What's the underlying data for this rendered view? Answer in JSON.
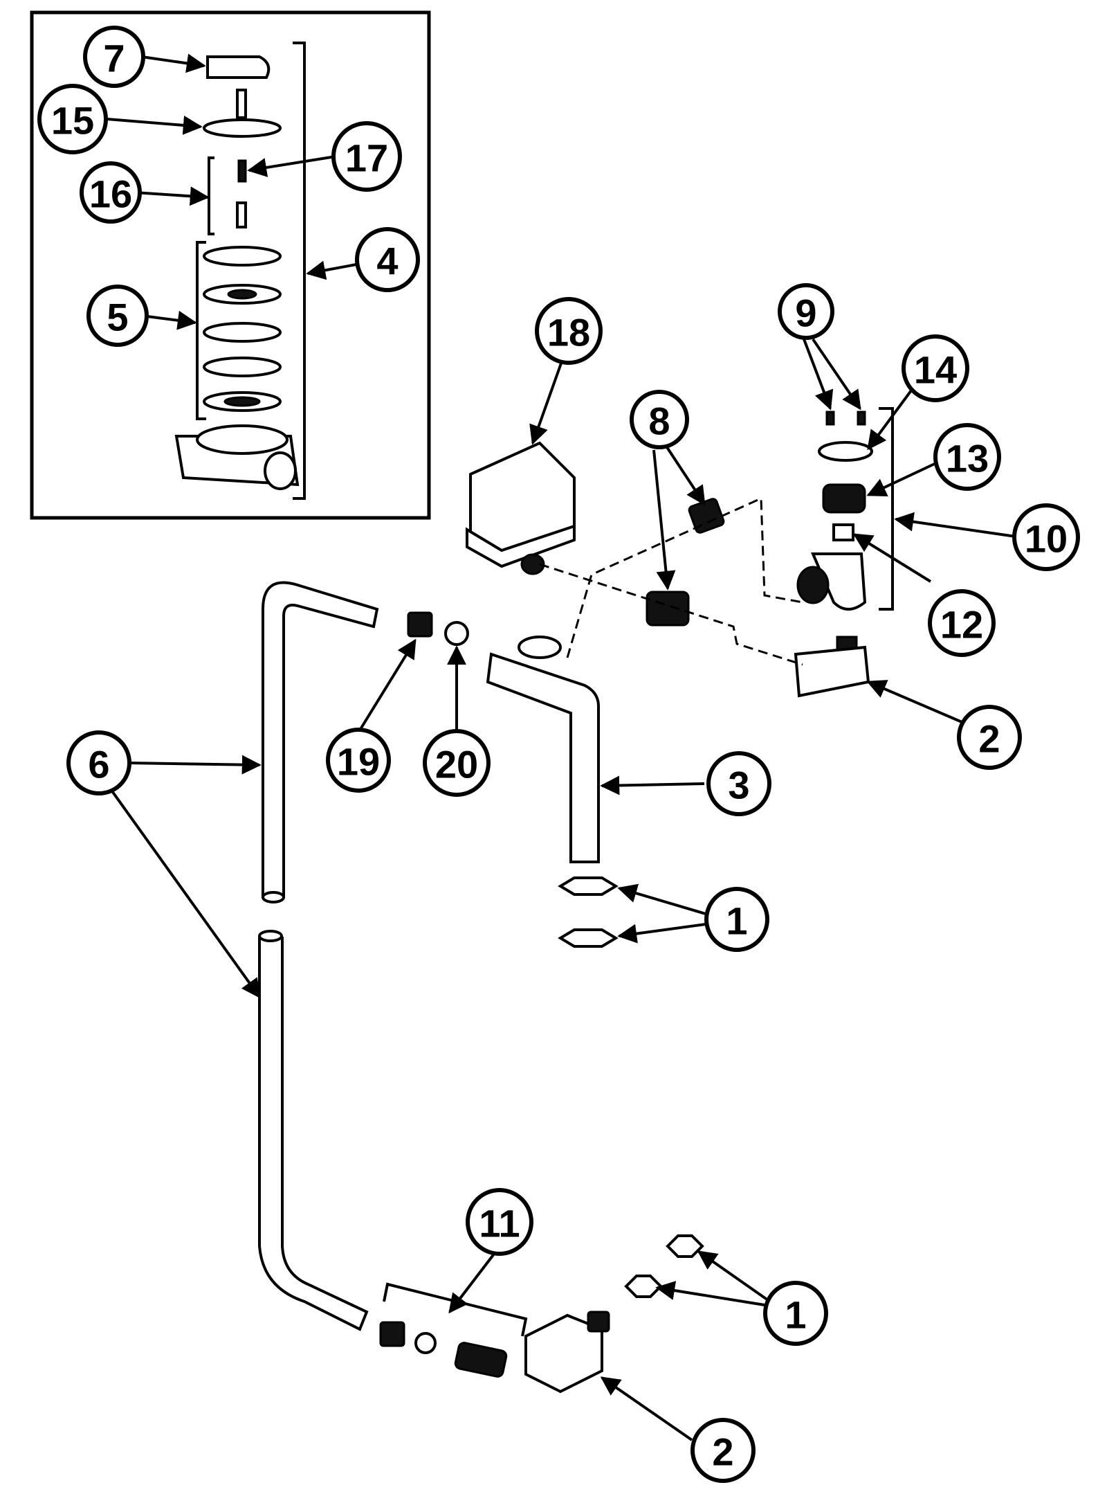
{
  "callouts": {
    "c1a": "1",
    "c1b": "1",
    "c2a": "2",
    "c2b": "2",
    "c3": "3",
    "c4": "4",
    "c5": "5",
    "c6": "6",
    "c7": "7",
    "c8": "8",
    "c9": "9",
    "c10": "10",
    "c11": "11",
    "c12": "12",
    "c13": "13",
    "c14": "14",
    "c15": "15",
    "c16": "16",
    "c17": "17",
    "c18": "18",
    "c19": "19",
    "c20": "20"
  }
}
